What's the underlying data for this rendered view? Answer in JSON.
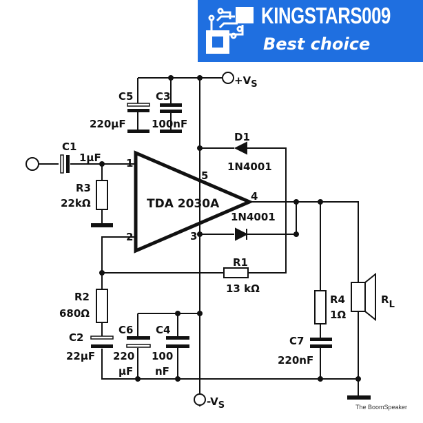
{
  "banner": {
    "brand": "KINGSTARS009",
    "tagline": "Best choice",
    "background_color": "#1f6fe0",
    "icon": "circuit-chip-icon"
  },
  "schematic": {
    "title": "TDA 2030A",
    "ic": {
      "label": "TDA 2030A",
      "pins": [
        "1",
        "2",
        "3",
        "4",
        "5"
      ]
    },
    "supplies": {
      "positive": "+V",
      "positive_sub": "S",
      "negative": "-V",
      "negative_sub": "S"
    },
    "components": {
      "C1": {
        "name": "C1",
        "value": "1µF"
      },
      "C2": {
        "name": "C2",
        "value": "22µF"
      },
      "C3": {
        "name": "C3",
        "value": "100nF"
      },
      "C4": {
        "name": "C4",
        "value_line1": "100",
        "value_line2": "nF"
      },
      "C5": {
        "name": "C5",
        "value": "220µF"
      },
      "C6": {
        "name": "C6",
        "value_line1": "220",
        "value_line2": "µF"
      },
      "C7": {
        "name": "C7",
        "value": "220nF"
      },
      "R1": {
        "name": "R1",
        "value": "13 kΩ"
      },
      "R2": {
        "name": "R2",
        "value": "680Ω"
      },
      "R3": {
        "name": "R3",
        "value": "22kΩ"
      },
      "R4": {
        "name": "R4",
        "value": "1Ω"
      },
      "D1": {
        "name": "D1",
        "value": "1N4001"
      },
      "D2": {
        "value": "1N4001"
      },
      "RL": {
        "name": "R",
        "sub": "L"
      }
    },
    "credit": "The BoomSpeaker"
  }
}
